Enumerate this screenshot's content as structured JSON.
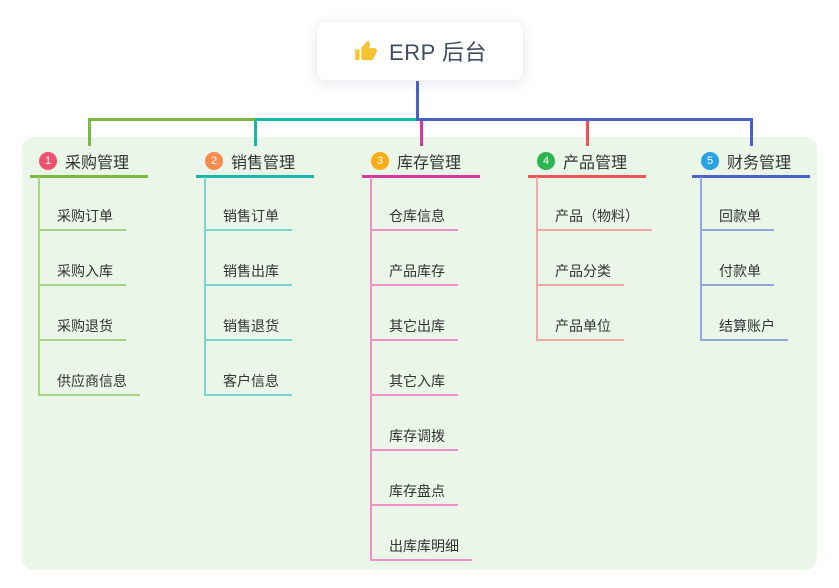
{
  "root": {
    "label": "ERP 后台",
    "icon": "thumbs-up-icon"
  },
  "branches": [
    {
      "num": "1",
      "label": "采购管理",
      "badge_color": "#F2506E",
      "line_color": "#7CB93F",
      "sub_line_color": "#A9D488",
      "children": [
        "采购订单",
        "采购入库",
        "采购退货",
        "供应商信息"
      ]
    },
    {
      "num": "2",
      "label": "销售管理",
      "badge_color": "#F98A4E",
      "line_color": "#16B7AB",
      "sub_line_color": "#7BD4CB",
      "children": [
        "销售订单",
        "销售出库",
        "销售退货",
        "客户信息"
      ]
    },
    {
      "num": "3",
      "label": "库存管理",
      "badge_color": "#FBAD19",
      "line_color": "#D7389D",
      "sub_line_color": "#F090C6",
      "children": [
        "仓库信息",
        "产品库存",
        "其它出库",
        "其它入库",
        "库存调拨",
        "库存盘点",
        "出库库明细"
      ]
    },
    {
      "num": "4",
      "label": "产品管理",
      "badge_color": "#2CB551",
      "line_color": "#F05355",
      "sub_line_color": "#F6A6A4",
      "children": [
        "产品（物料）",
        "产品分类",
        "产品单位"
      ]
    },
    {
      "num": "5",
      "label": "财务管理",
      "badge_color": "#29A3E6",
      "line_color": "#4A61C8",
      "sub_line_color": "#97A5DE",
      "children": [
        "回款单",
        "付款单",
        "结算账户"
      ]
    }
  ],
  "colors": {
    "page_bg": "#FFFFFF",
    "panel_bg": "#EAF6E8",
    "root_line": "#4A61C8",
    "root_text": "#3F4D5F",
    "node_text": "#333333",
    "thumb": "#F6C332"
  }
}
